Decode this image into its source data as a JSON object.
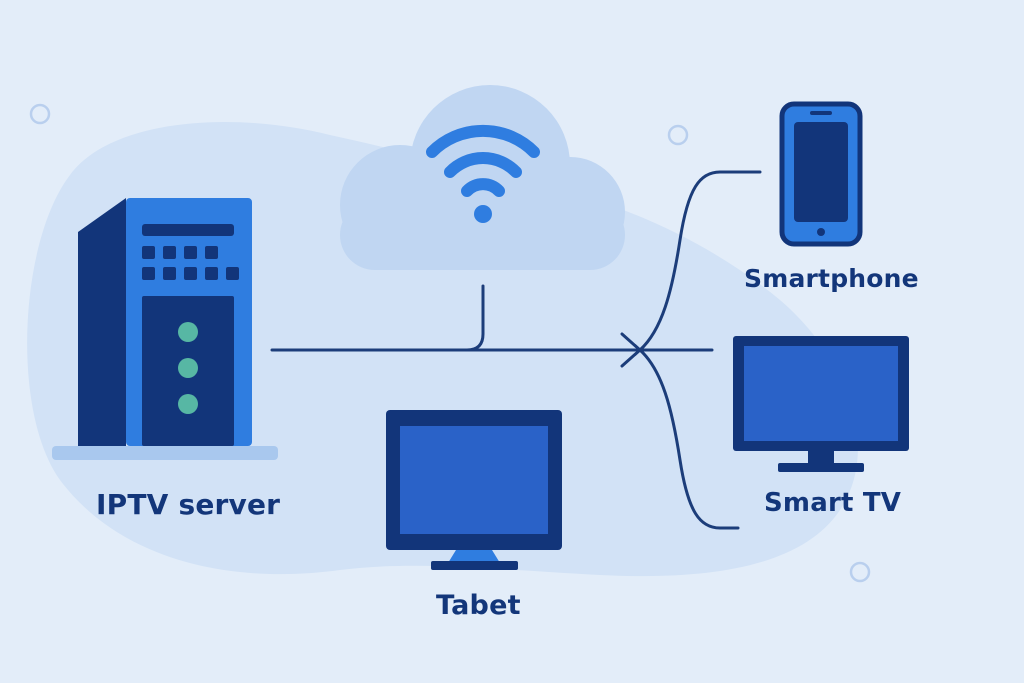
{
  "nodes": {
    "server": {
      "label": "IPTV server",
      "icon": "server-tower-icon"
    },
    "cloud": {
      "label": "",
      "icon": "wifi-cloud-icon"
    },
    "smartphone": {
      "label": "Smartphone",
      "icon": "smartphone-icon"
    },
    "smart_tv": {
      "label": "Smart TV",
      "icon": "monitor-icon"
    },
    "tablet": {
      "label": "Tabet",
      "icon": "monitor-icon"
    }
  },
  "edges": [
    {
      "from": "server",
      "to": "junction"
    },
    {
      "from": "cloud",
      "to": "junction"
    },
    {
      "from": "junction",
      "to": "smartphone"
    },
    {
      "from": "junction",
      "to": "smart_tv"
    }
  ],
  "colors": {
    "background": "#e3edf9",
    "blob": "#d2e2f6",
    "navy": "#12357a",
    "blue": "#2f7de0",
    "screen_blue": "#2a62c8",
    "light_blue": "#a9c8ee",
    "indicator_green": "#57b7a4",
    "line": "#1c3d7a"
  }
}
